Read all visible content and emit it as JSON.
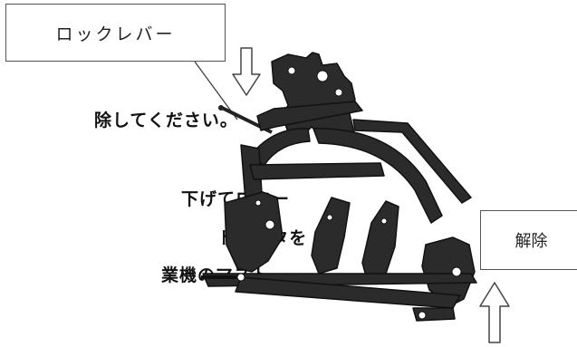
{
  "callouts": {
    "lock_lever": "ロックレバー",
    "release": "解除"
  },
  "body_text": {
    "line1": "除してください。",
    "line2": "下げてロワー",
    "line3": "トラクタを",
    "line4": "業機のマスト"
  },
  "colors": {
    "machine": "#2a2a2a",
    "machine_dark": "#111111",
    "outline": "#555555",
    "arrow": "#ffffff"
  },
  "icons": [
    "down-arrow-icon",
    "up-arrow-icon"
  ]
}
